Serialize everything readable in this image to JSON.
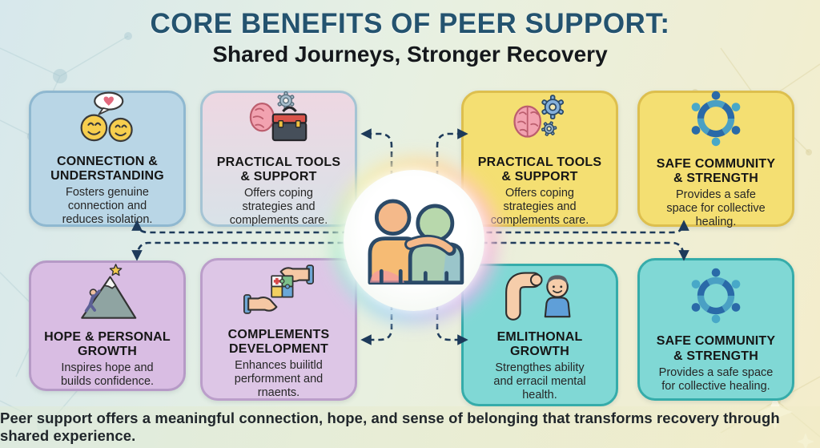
{
  "header": {
    "title": "CORE BENEFITS OF PEER SUPPORT:",
    "subtitle": "Shared Journeys, Stronger Recovery"
  },
  "cards": [
    {
      "icon": "smileys-heart-bubble-icon",
      "title": "CONNECTION &\nUNDERSTANDING",
      "body": "Fosters genuine\nconnection and\nreduces isolation."
    },
    {
      "icon": "brain-toolbox-icon",
      "title": "PRACTICAL TOOLS\n& SUPPORT",
      "body": "Offers coping\nstrategies and\ncomplements care."
    },
    {
      "icon": "brain-gears-icon",
      "title": "PRACTICAL TOOLS\n& SUPPORT",
      "body": "Offers coping\nstrategies and\ncomplements care."
    },
    {
      "icon": "community-circle-icon",
      "title": "SAFE COMMUNITY\n& STRENGTH",
      "body": "Provides a safe\nspace for collective\nhealing."
    },
    {
      "icon": "mountain-climber-star-icon",
      "title": "HOPE & PERSONAL\nGROWTH",
      "body": "Inspires hope and\nbuilds confidence."
    },
    {
      "icon": "hands-puzzle-cross-icon",
      "title": "COMPLEMENTS\nDEVELOPMENT",
      "body": "Enhances builitld\nperformment and\nrnaents."
    },
    {
      "icon": "flex-arm-person-icon",
      "title": "EMLITHONAL\nGROWTH",
      "body": "Strengthes ability\nand erracil mental\nhealth."
    },
    {
      "icon": "community-circle-icon",
      "title": "SAFE COMMUNITY\n& STRENGTH",
      "body": "Provides a safe space\nfor collective healing."
    }
  ],
  "center": {
    "icon": "two-people-embrace-icon"
  },
  "footer": {
    "text": "Peer support offers a meaningful connection, hope, and sense of belonging that transforms recovery through shared experience."
  },
  "colors": {
    "title": "#24536f",
    "arrow": "#1d3a5a",
    "card_blue": "#b9d6e6",
    "card_yellow": "#f4df72",
    "card_purple": "#d9bde3",
    "card_teal": "#80d8d5"
  }
}
